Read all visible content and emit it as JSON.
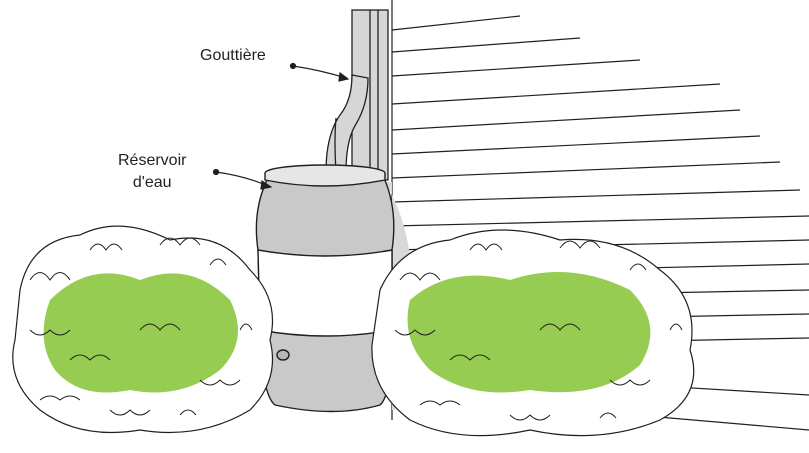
{
  "labels": {
    "gutter": "Gouttière",
    "tank_line1": "Réservoir",
    "tank_line2": "d'eau"
  },
  "colors": {
    "line": "#231f20",
    "tank_fill": "#c9c9c9",
    "tank_band": "#ffffff",
    "tank_lid": "#e6e6e6",
    "foliage_green": "#8cc63f",
    "shadow": "#d9d9d9"
  }
}
